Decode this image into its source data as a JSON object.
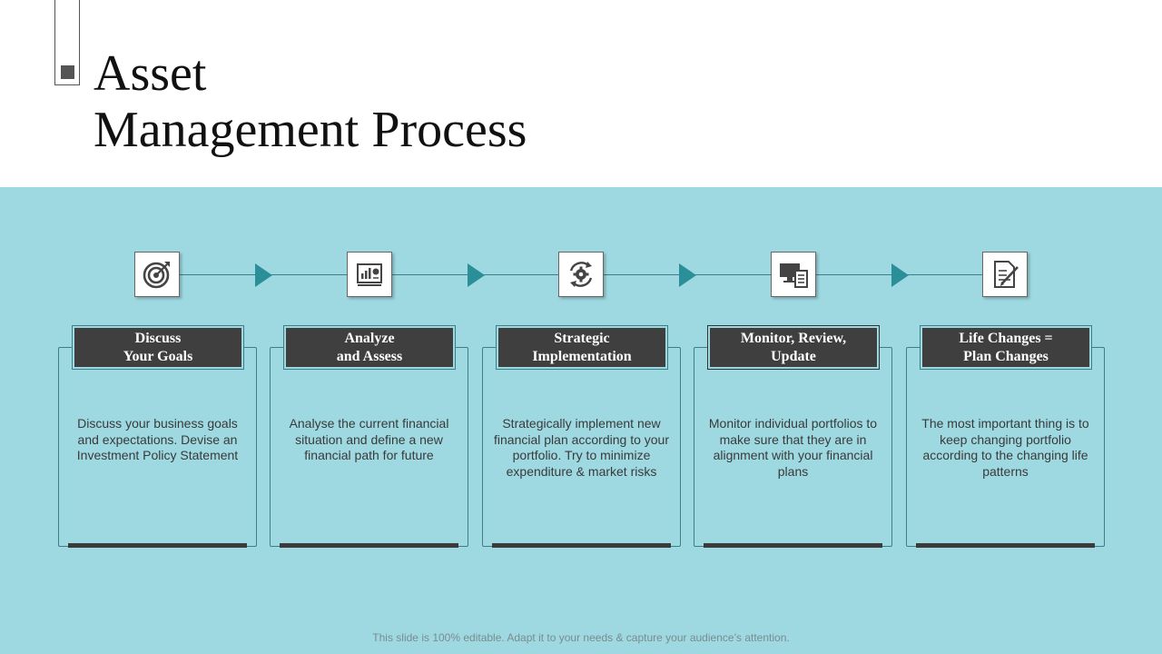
{
  "slide": {
    "title_line1": "Asset",
    "title_line2": "Management Process",
    "footer": "This slide is 100% editable. Adapt it to your needs & capture your audience’s attention."
  },
  "colors": {
    "band": "#9ed9e1",
    "accent_arrow": "#2b8f99",
    "label_bg": "#3f3f3f",
    "card_border": "#3c7f87"
  },
  "steps": [
    {
      "icon": "target-icon",
      "title": "Discuss\nYour Goals",
      "description": "Discuss your business goals and expectations. Devise an Investment Policy Statement"
    },
    {
      "icon": "analytics-report-icon",
      "title": "Analyze\nand Assess",
      "description": "Analyse the current financial situation and define a new financial path for future"
    },
    {
      "icon": "gear-cycle-icon",
      "title": "Strategic\nImplementation",
      "description": "Strategically implement new financial plan according to your portfolio.  Try to minimize expenditure  & market risks"
    },
    {
      "icon": "monitor-document-icon",
      "title": "Monitor, Review,\nUpdate",
      "description": "Monitor individual portfolios to make sure that they are in alignment with your financial plans"
    },
    {
      "icon": "edit-document-icon",
      "title": "Life Changes =\nPlan Changes",
      "description": "The most important thing is to keep changing portfolio according to the changing life patterns"
    }
  ]
}
